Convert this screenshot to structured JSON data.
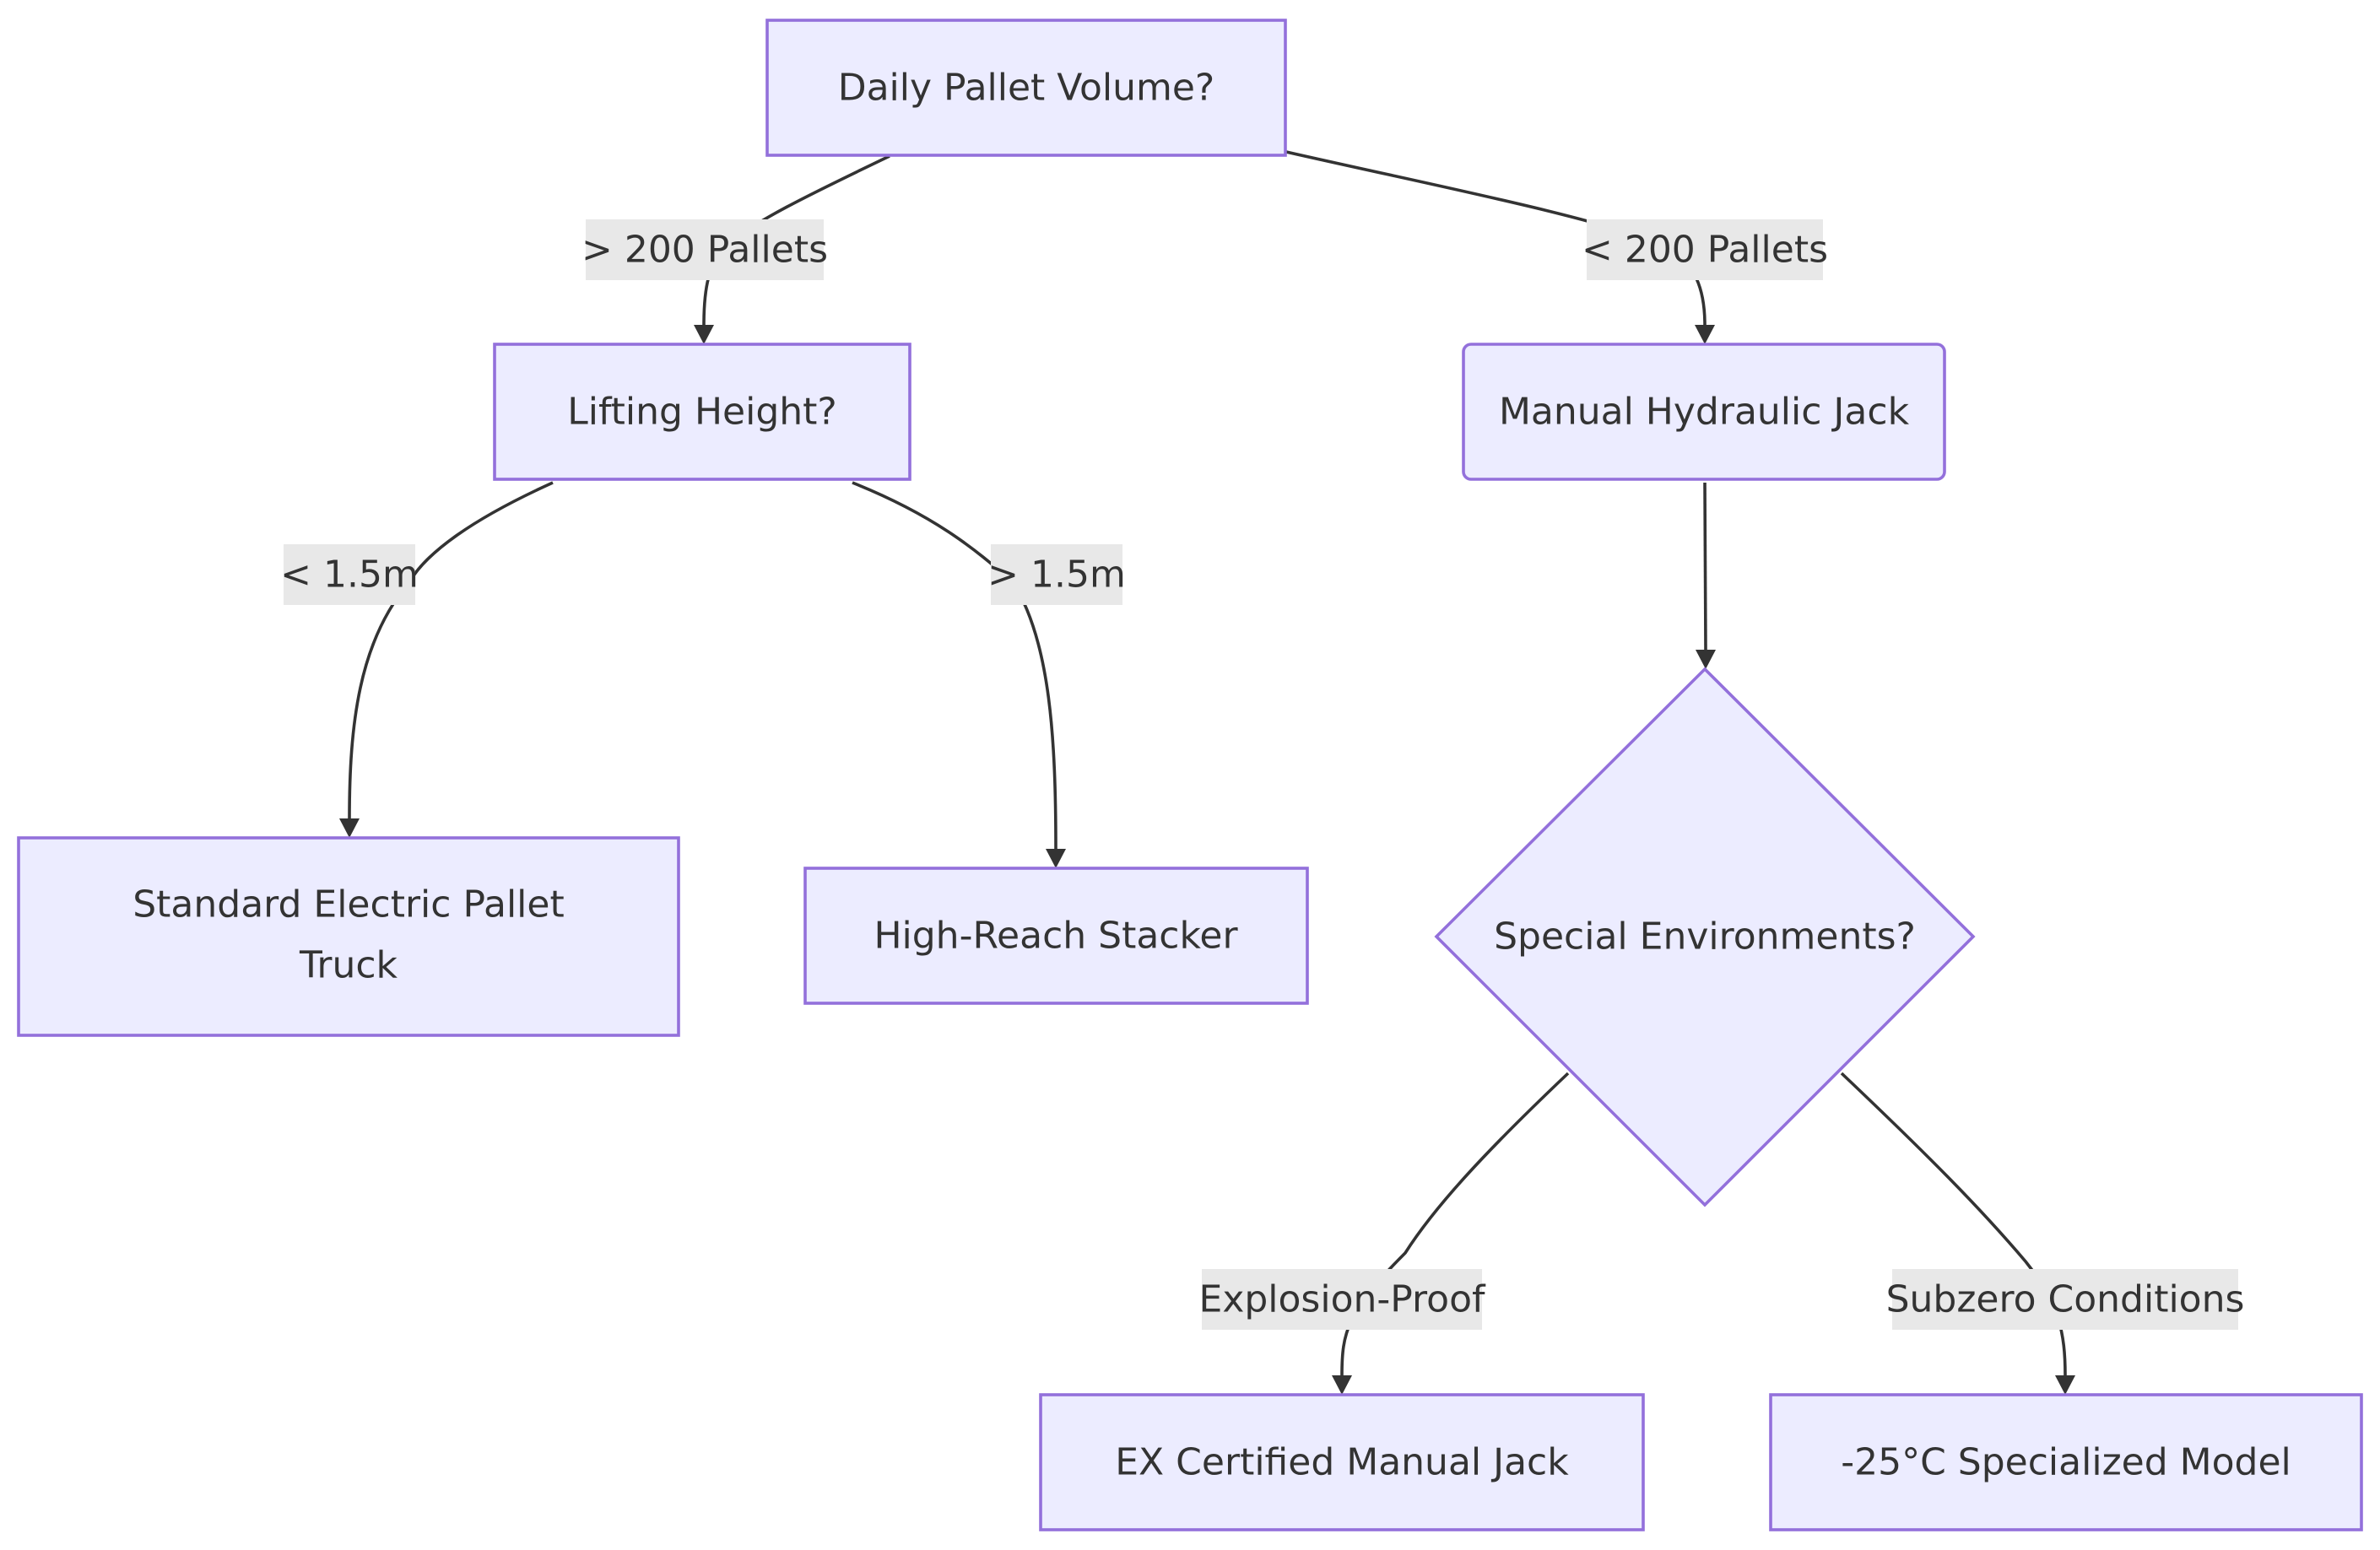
{
  "nodes": {
    "daily_volume": "Daily Pallet Volume?",
    "lifting_height": "Lifting Height?",
    "manual_jack": "Manual Hydraulic Jack",
    "standard_truck_line1": "Standard Electric Pallet",
    "standard_truck_line2": "Truck",
    "high_reach": "High-Reach Stacker",
    "special_env": "Special Environments?",
    "ex_jack": "EX Certified Manual Jack",
    "subzero_model": "-25°C Specialized Model"
  },
  "edges": {
    "gt200": "> 200 Pallets",
    "lt200": "< 200 Pallets",
    "lt15": "< 1.5m",
    "gt15": "> 1.5m",
    "explosion": "Explosion-Proof",
    "subzero": "Subzero Conditions"
  },
  "colors": {
    "node_fill": "#ECECFF",
    "node_stroke": "#9370DB",
    "edge": "#333333",
    "label_bg": "#E8E8E8",
    "text": "#333333"
  }
}
